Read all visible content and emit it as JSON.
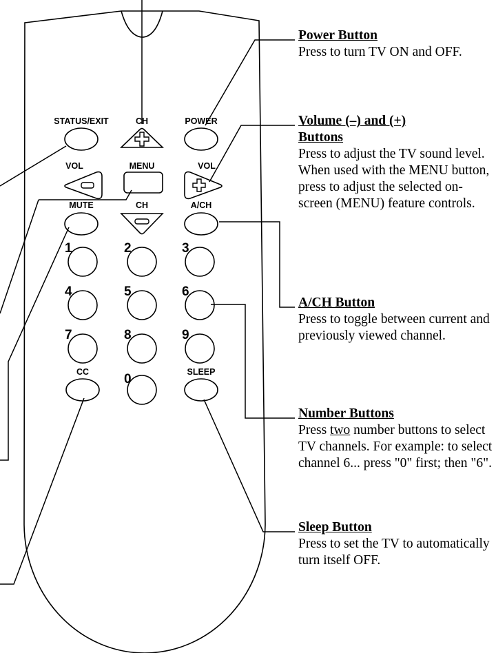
{
  "remote": {
    "buttons": {
      "status_exit": "STATUS/EXIT",
      "ch_up": "CH",
      "power": "POWER",
      "vol_down": "VOL",
      "menu": "MENU",
      "vol_up": "VOL",
      "mute": "MUTE",
      "ch_down": "CH",
      "ach": "A/CH",
      "cc": "CC",
      "sleep": "SLEEP",
      "numbers": [
        "1",
        "2",
        "3",
        "4",
        "5",
        "6",
        "7",
        "8",
        "9",
        "0"
      ]
    }
  },
  "callouts": {
    "power": {
      "title": "Power Button",
      "desc": "Press to turn TV ON and OFF."
    },
    "volume": {
      "title": "Volume (–) and (+) Buttons",
      "desc": "Press to adjust the TV sound level. When used with the MENU button, press to adjust the selected on-screen (MENU) feature controls."
    },
    "ach": {
      "title": "A/CH Button",
      "desc": "Press to toggle between current and previously viewed channel."
    },
    "number": {
      "title": "Number Buttons",
      "desc_before": "Press ",
      "desc_emph": "two",
      "desc_after": " number buttons to select TV channels. For example: to select channel 6... press \"0\" first; then \"6\"."
    },
    "sleep": {
      "title": "Sleep Button",
      "desc": "Press to set the TV to automatically turn itself OFF."
    }
  }
}
